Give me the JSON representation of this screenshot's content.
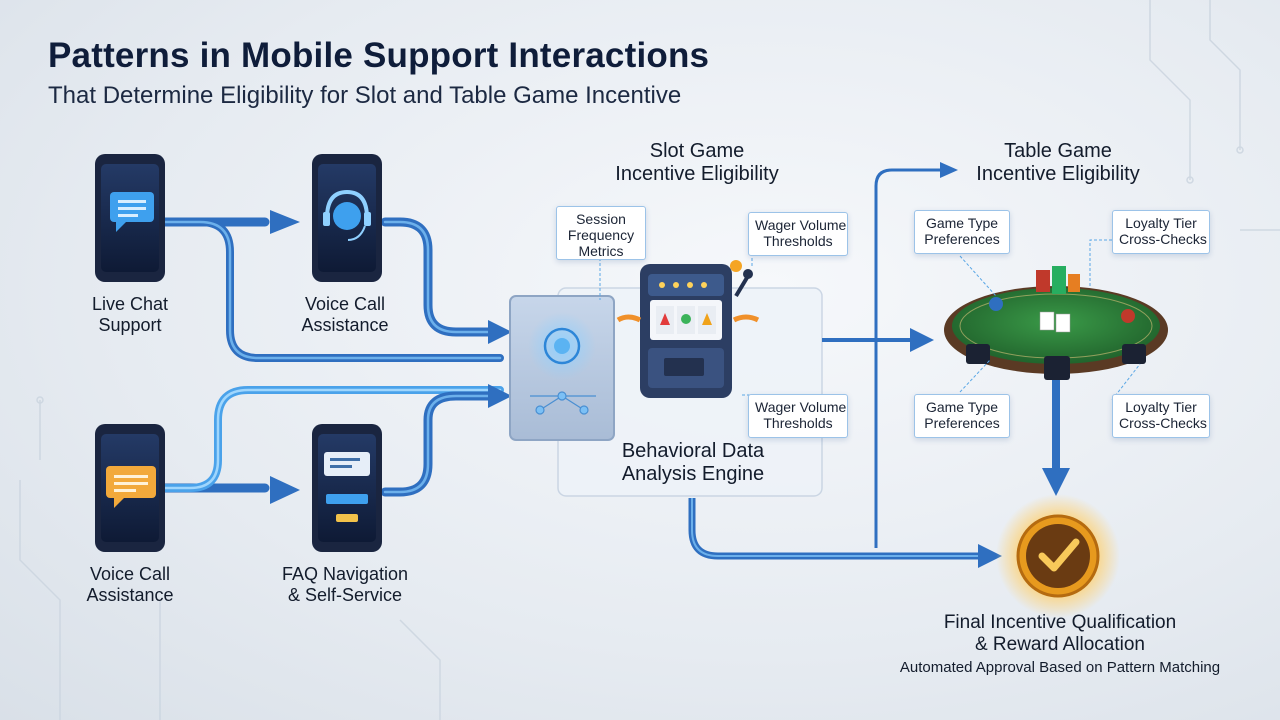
{
  "title": "Patterns in Mobile Support Interactions",
  "subtitle": "That Determine Eligibility for Slot and Table Game Incentive",
  "channels": [
    {
      "line1": "Live Chat",
      "line2": "Support",
      "icon": "chat-bubble-icon"
    },
    {
      "line1": "Voice Call",
      "line2": "Assistance",
      "icon": "headset-icon"
    },
    {
      "line1": "Voice Call",
      "line2": "Assistance",
      "icon": "chat-bubble-icon"
    },
    {
      "line1": "FAQ Navigation",
      "line2": "& Self-Service",
      "icon": "faq-list-icon"
    }
  ],
  "engine": {
    "line1": "Behavioral Data",
    "line2": "Analysis Engine"
  },
  "slot": {
    "line1": "Slot Game",
    "line2": "Incentive Eligibility",
    "callouts": [
      {
        "line1": "Session",
        "line2": "Frequency",
        "line3": "Metrics"
      },
      {
        "line1": "Wager Volume",
        "line2": "Thresholds"
      },
      {
        "line1": "Wager Volume",
        "line2": "Thresholds"
      }
    ]
  },
  "table": {
    "line1": "Table Game",
    "line2": "Incentive Eligibility",
    "callouts": [
      {
        "line1": "Game Type",
        "line2": "Preferences"
      },
      {
        "line1": "Loyalty Tier",
        "line2": "Cross-Checks"
      },
      {
        "line1": "Game Type",
        "line2": "Preferences"
      },
      {
        "line1": "Loyalty Tier",
        "line2": "Cross-Checks"
      }
    ]
  },
  "final": {
    "line1": "Final Incentive Qualification",
    "line2": "& Reward Allocation",
    "sub": "Automated Approval Based on Pattern Matching"
  },
  "colors": {
    "flow_blue": "#2f78c9",
    "flow_light": "#5fb0f0",
    "badge_gold": "#e79a1e",
    "phone_dark": "#1a2540",
    "felt_green": "#2e7d3a"
  }
}
